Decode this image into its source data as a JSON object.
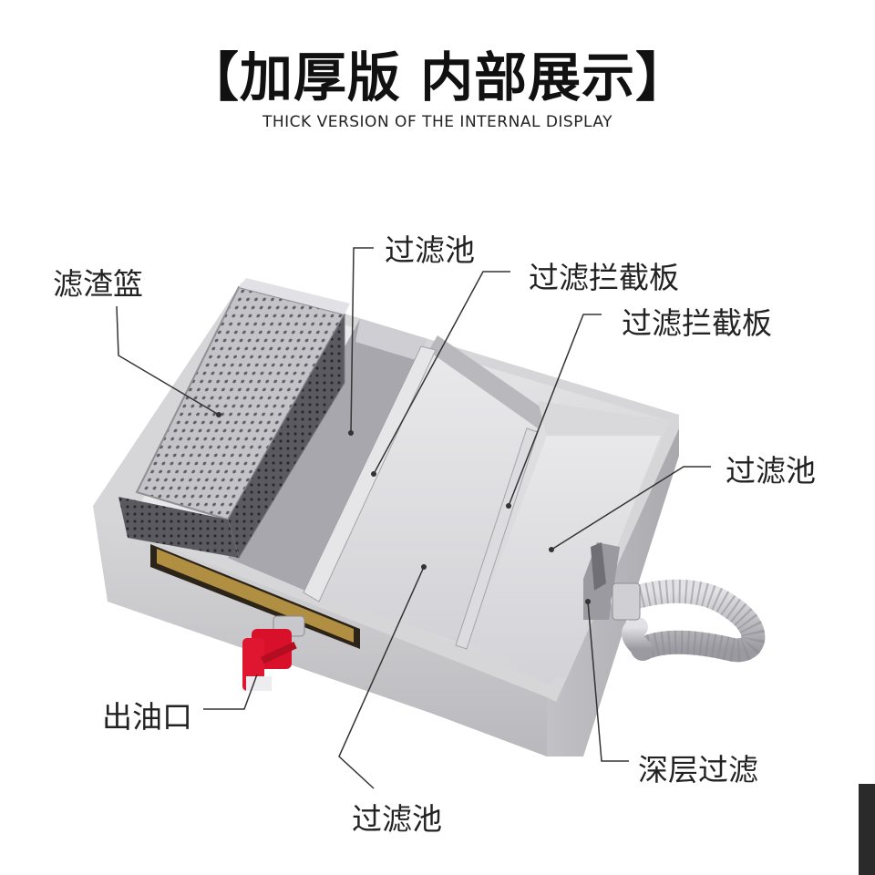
{
  "header": {
    "title": "【加厚版 内部展示】",
    "subtitle": "THICK VERSION OF THE INTERNAL DISPLAY"
  },
  "labels": {
    "basket": "滤渣篮",
    "pool_1": "过滤池",
    "baffle_1": "过滤拦截板",
    "baffle_2": "过滤拦截板",
    "pool_right": "过滤池",
    "oil_outlet": "出油口",
    "deep_filter": "深层过滤",
    "pool_bottom": "过滤池"
  },
  "colors": {
    "steel_light": "#e8e8ea",
    "steel_mid": "#c9c9cc",
    "steel_dark": "#8d8d92",
    "valve_red": "#d8102a",
    "plate_gold": "#c9a24a"
  }
}
